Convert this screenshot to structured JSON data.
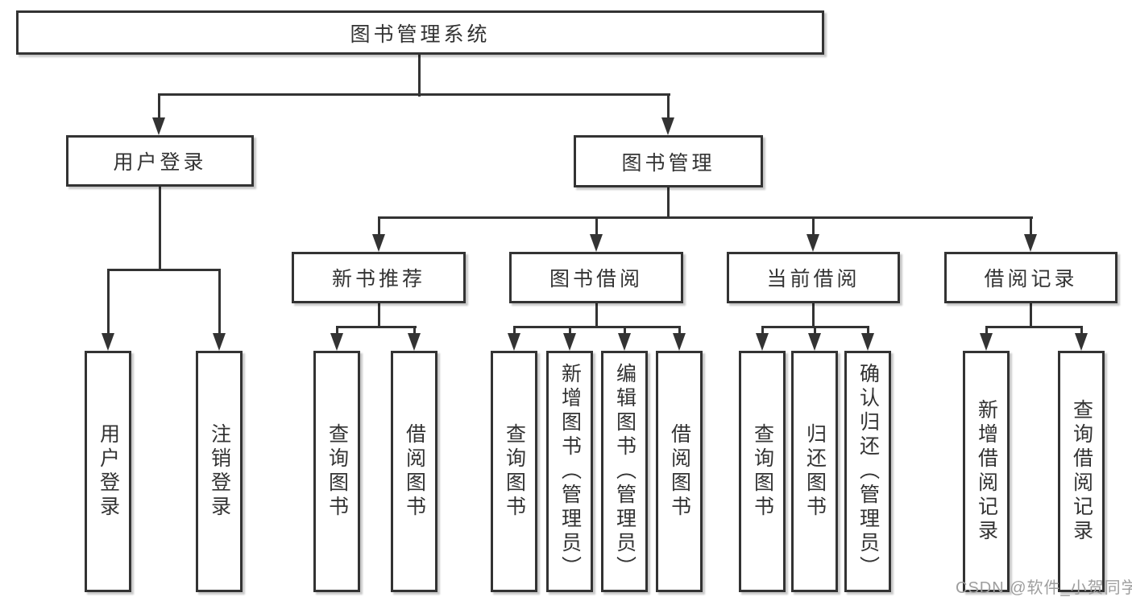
{
  "root": {
    "label": "图书管理系统"
  },
  "branches": {
    "user": {
      "label": "用户登录",
      "children": [
        {
          "label": "用户登录"
        },
        {
          "label": "注销登录"
        }
      ]
    },
    "books": {
      "label": "图书管理",
      "children": [
        {
          "label": "新书推荐",
          "children": [
            {
              "label": "查询图书"
            },
            {
              "label": "借阅图书"
            }
          ]
        },
        {
          "label": "图书借阅",
          "children": [
            {
              "label": "查询图书"
            },
            {
              "label": "新增图书（管理员）"
            },
            {
              "label": "编辑图书（管理员）"
            },
            {
              "label": "借阅图书"
            }
          ]
        },
        {
          "label": "当前借阅",
          "children": [
            {
              "label": "查询图书"
            },
            {
              "label": "归还图书"
            },
            {
              "label": "确认归还（管理员）"
            }
          ]
        },
        {
          "label": "借阅记录",
          "children": [
            {
              "label": "新增借阅记录"
            },
            {
              "label": "查询借阅记录"
            }
          ]
        }
      ]
    }
  },
  "watermark": {
    "text": "CSDN @软件_小贺同学"
  },
  "colors": {
    "line": "#333333",
    "text": "#333333",
    "watermark": "#9e9e9e",
    "background": "#ffffff"
  }
}
